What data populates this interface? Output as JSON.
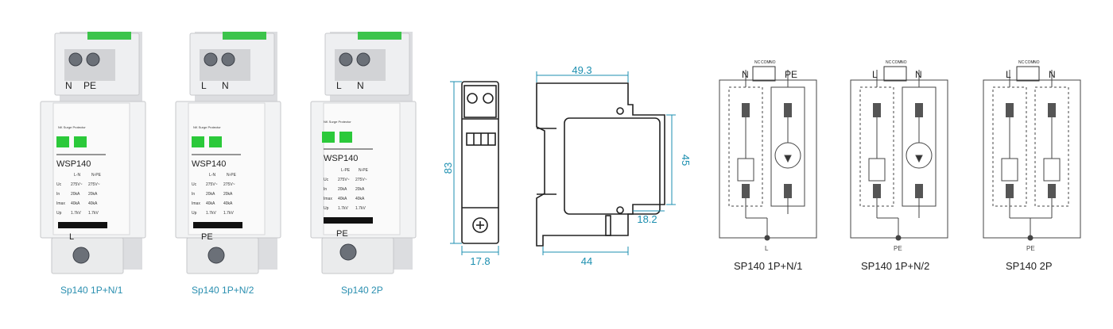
{
  "products": [
    {
      "caption": "Sp140 1P+N/1",
      "top_labels": [
        "N",
        "PE"
      ],
      "bottom_label": "L",
      "model": "WSP140",
      "header": "NK Surge Protector",
      "spec_cols": [
        "L-N",
        "N-PE"
      ],
      "spec_rows": [
        [
          "Uc",
          "275V~",
          "275V~"
        ],
        [
          "In",
          "20kA",
          "20kA"
        ],
        [
          "Imax",
          "40kA",
          "40kA"
        ],
        [
          "Up",
          "1.7kV",
          "1.7kV"
        ]
      ]
    },
    {
      "caption": "Sp140 1P+N/2",
      "top_labels": [
        "L",
        "N"
      ],
      "bottom_label": "PE",
      "model": "WSP140",
      "header": "NK Surge Protector",
      "spec_cols": [
        "L-N",
        "N-PE"
      ],
      "spec_rows": [
        [
          "Uc",
          "275V~",
          "275V~"
        ],
        [
          "In",
          "20kA",
          "20kA"
        ],
        [
          "Imax",
          "40kA",
          "40kA"
        ],
        [
          "Up",
          "1.7kV",
          "1.7kV"
        ]
      ]
    },
    {
      "caption": "Sp140 2P",
      "top_labels": [
        "L",
        "N"
      ],
      "bottom_label": "PE",
      "model": "WSP140",
      "header": "NK Surge Protector",
      "spec_cols": [
        "L-PE",
        "N-PE"
      ],
      "spec_rows": [
        [
          "Uc",
          "275V~",
          "275V~"
        ],
        [
          "In",
          "20kA",
          "20kA"
        ],
        [
          "Imax",
          "40kA",
          "40kA"
        ],
        [
          "Up",
          "1.7kV",
          "1.7kV"
        ]
      ]
    }
  ],
  "dimensions": {
    "front_height": "83",
    "front_width": "17.8",
    "side_top": "49.3",
    "side_right": "45",
    "side_depth_small": "18.2",
    "side_bottom": "44"
  },
  "wiring": [
    {
      "caption": "SP140  1P+N/1",
      "top_left": "N",
      "top_right": "PE",
      "bottom": "L",
      "relay": [
        "NC",
        "COM",
        "NO"
      ]
    },
    {
      "caption": "SP140  1P+N/2",
      "top_left": "L",
      "top_right": "N",
      "bottom": "PE",
      "relay": [
        "NC",
        "COM",
        "NO"
      ]
    },
    {
      "caption": "SP140  2P",
      "top_left": "L",
      "top_right": "N",
      "bottom": "PE",
      "relay": [
        "NC",
        "COM",
        "NO"
      ]
    }
  ],
  "colors": {
    "caption": "#2a8fb0",
    "dimension": "#1c8fb0",
    "indicator": "#2bc93a",
    "body": "#e9eaec"
  }
}
